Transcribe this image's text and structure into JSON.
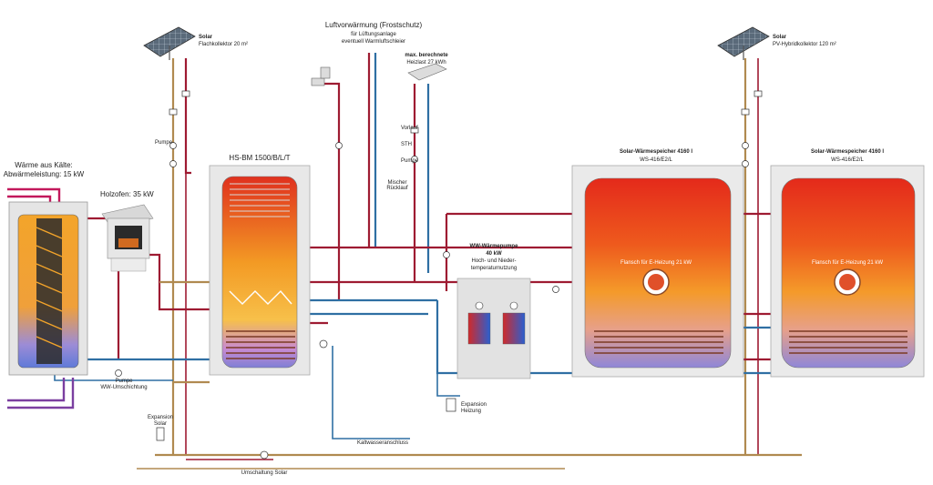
{
  "labels": {
    "solar_left": "Solar",
    "solar_left_sub": "Flachkollektor 20 m²",
    "solar_right": "Solar",
    "solar_right_sub": "PV-Hybridkollektor 120 m²",
    "air_title": "Luftvorwärmung (Frostschutz)",
    "air_sub1": "für Lüftungsanlage",
    "air_sub2": "eventuell Warmluftschleier",
    "heat_load1": "max. berechnete",
    "heat_load2": "Heizlast 27 kWh",
    "waste_heat1": "Wärme aus Kälte:",
    "waste_heat2": "Abwärmeleistung: 15 kW",
    "wood_stove": "Holzofen: 35 kW",
    "hs_tank": "HS-BM 1500/B/L/T",
    "pump_left": "Pumpe",
    "pump_bottom": "Pumpe",
    "pump_bottom_sub": "WW-Umschichtung",
    "expansion_left1": "Expansion",
    "expansion_left2": "Solar",
    "switch_solar": "Umschaltung Solar",
    "cold_water": "Kaltwasseranschluss",
    "heatpump1": "WW-Wärmepumpe",
    "heatpump2": "40 kW",
    "heatpump3": "Hoch- und Nieder-",
    "heatpump4": "temperaturnutzung",
    "mixer_label1": "Mischer",
    "mixer_label2": "Rücklauf",
    "vorlauf": "Vorlauf",
    "sth": "STH",
    "pumpe_mid": "Pumpe",
    "expansion_right1": "Expansion",
    "expansion_right2": "Heizung",
    "store1_title": "Solar-Wärmespeicher 4160 l",
    "store1_sub": "WS-416/E2/L",
    "store2_title": "Solar-Wärmespeicher 4160 l",
    "store2_sub": "WS-416/E2/L",
    "flange1": "Flansch für E-Heizung 21 kW",
    "flange2": "Flansch für E-Heizung 21 kW"
  },
  "colors": {
    "hot": "#9e1b32",
    "cold": "#2f6fa3",
    "neutral": "#b08a50",
    "tank_frame": "#c8c8c8"
  }
}
